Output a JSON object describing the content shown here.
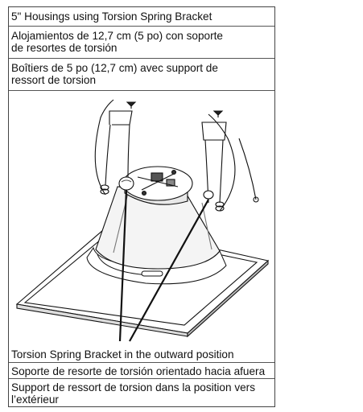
{
  "top_captions": {
    "en": "5\" Housings using Torsion Spring Bracket",
    "es": "Alojamientos de 12,7 cm (5 po) con soporte\nde resortes de torsión",
    "fr": "Boîtiers de 5 po (12,7 cm) avec support de\nressort de torsion"
  },
  "bottom_captions": {
    "en": "Torsion Spring Bracket in the outward position",
    "es": "Soporte de resorte de torsión orientado hacia afuera",
    "fr": "Support de ressort de torsion dans la position vers\nl’extérieur"
  },
  "illustration": {
    "subject": "recessed-housing-with-torsion-spring-brackets"
  }
}
